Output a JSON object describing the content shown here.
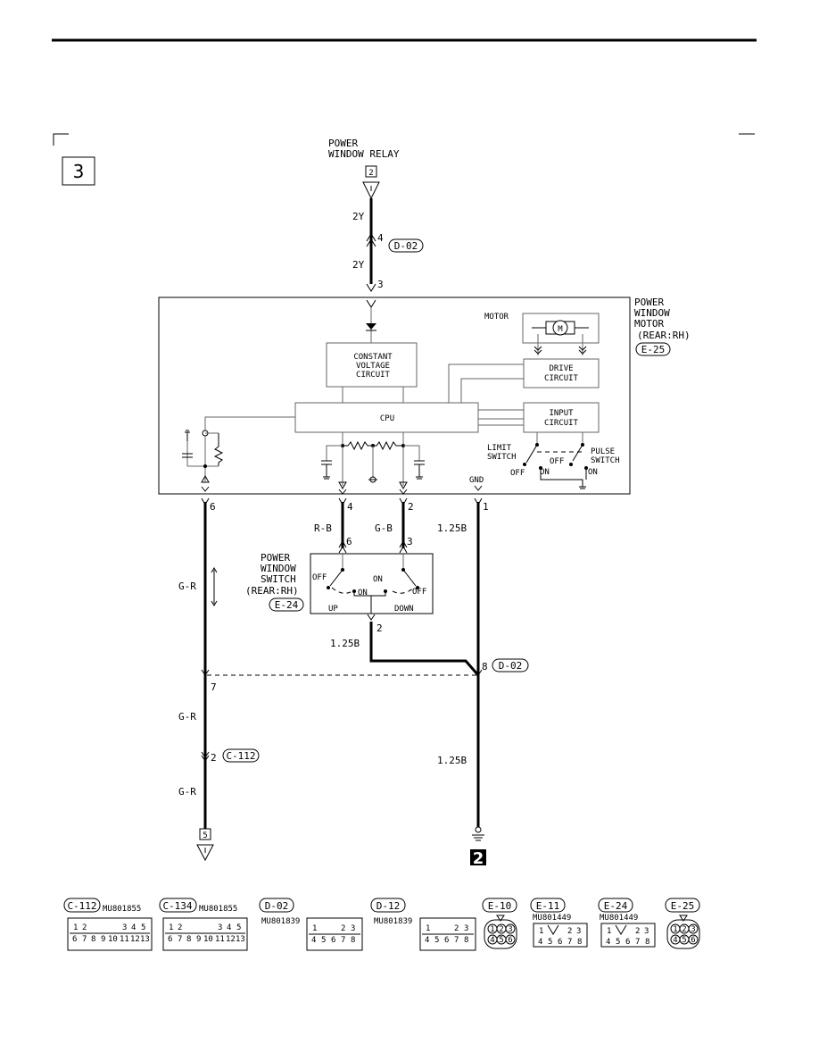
{
  "diagram_number": "3",
  "relay": {
    "title_line1": "POWER",
    "title_line2": "WINDOW RELAY",
    "terminal": "2"
  },
  "top_wire": {
    "color_upper": "2Y",
    "pin": "4",
    "connector": "D-02",
    "color_lower": "2Y",
    "motor_pin": "3"
  },
  "motor_unit": {
    "label_line1": "POWER",
    "label_line2": "WINDOW",
    "label_line3": "MOTOR",
    "label_line4": "(REAR:RH)",
    "connector": "E-25",
    "motor_label": "MOTOR",
    "motor_symbol": "M",
    "constant_voltage_line1": "CONSTANT",
    "constant_voltage_line2": "VOLTAGE",
    "constant_voltage_line3": "CIRCUIT",
    "drive_line1": "DRIVE",
    "drive_line2": "CIRCUIT",
    "input_line1": "INPUT",
    "input_line2": "CIRCUIT",
    "cpu": "CPU",
    "limit_switch_line1": "LIMIT",
    "limit_switch_line2": "SWITCH",
    "pulse_switch_line1": "PULSE",
    "pulse_switch_line2": "SWITCH",
    "off_a": "OFF",
    "on_a": "ON",
    "off_b": "OFF",
    "on_b": "ON",
    "gnd": "GND",
    "pin6": "6",
    "pin4": "4",
    "pin2": "2",
    "pin1": "1"
  },
  "wires": {
    "left_color": "G-R",
    "rb_color": "R-B",
    "gb_color": "G-B",
    "gnd_color": "1.25B",
    "switch_pin6": "6",
    "switch_pin3": "3",
    "switch_pin2": "2",
    "switch_out_color": "1.25B",
    "splice_pin": "8",
    "splice_connector": "D-02",
    "left_pin7": "7",
    "left_color2": "G-R",
    "left_pin2": "2",
    "left_connector": "C-112",
    "left_color3": "G-R",
    "gnd_color2": "1.25B",
    "end_terminal": "5",
    "ground_badge": "2"
  },
  "window_switch": {
    "label_line1": "POWER",
    "label_line2": "WINDOW",
    "label_line3": "SWITCH",
    "label_line4": "(REAR:RH)",
    "connector": "E-24",
    "off_left": "OFF",
    "on_left": "ON",
    "on_center": "ON",
    "off_right": "OFF",
    "up": "UP",
    "down": "DOWN"
  },
  "connectors": [
    {
      "name": "C-112",
      "part": "MU801855",
      "top": [
        "1",
        "2",
        "",
        "3",
        "4",
        "5"
      ],
      "bottom": [
        "6",
        "7",
        "8",
        "9",
        "10",
        "11",
        "12",
        "13"
      ]
    },
    {
      "name": "C-134",
      "part": "MU801855",
      "top": [
        "1",
        "2",
        "",
        "3",
        "4",
        "5"
      ],
      "bottom": [
        "6",
        "7",
        "8",
        "9",
        "10",
        "11",
        "12",
        "13"
      ]
    },
    {
      "name": "D-02",
      "part": "MU801839",
      "top": [
        "1",
        "",
        "2",
        "3"
      ],
      "bottom": [
        "4",
        "5",
        "6",
        "7",
        "8"
      ]
    },
    {
      "name": "D-12",
      "part": "MU801839",
      "top": [
        "1",
        "",
        "2",
        "3"
      ],
      "bottom": [
        "4",
        "5",
        "6",
        "7",
        "8"
      ]
    },
    {
      "name": "E-10",
      "part": "",
      "top": [
        "1",
        "2",
        "3"
      ],
      "bottom": [
        "4",
        "5",
        "6"
      ]
    },
    {
      "name": "E-11",
      "part": "MU801449",
      "top": [
        "1",
        "",
        "2",
        "3"
      ],
      "bottom": [
        "4",
        "5",
        "6",
        "7",
        "8"
      ]
    },
    {
      "name": "E-24",
      "part": "MU801449",
      "top": [
        "1",
        "",
        "2",
        "3"
      ],
      "bottom": [
        "4",
        "5",
        "6",
        "7",
        "8"
      ]
    },
    {
      "name": "E-25",
      "part": "",
      "top": [
        "1",
        "2",
        "3"
      ],
      "bottom": [
        "4",
        "5",
        "6"
      ]
    }
  ]
}
